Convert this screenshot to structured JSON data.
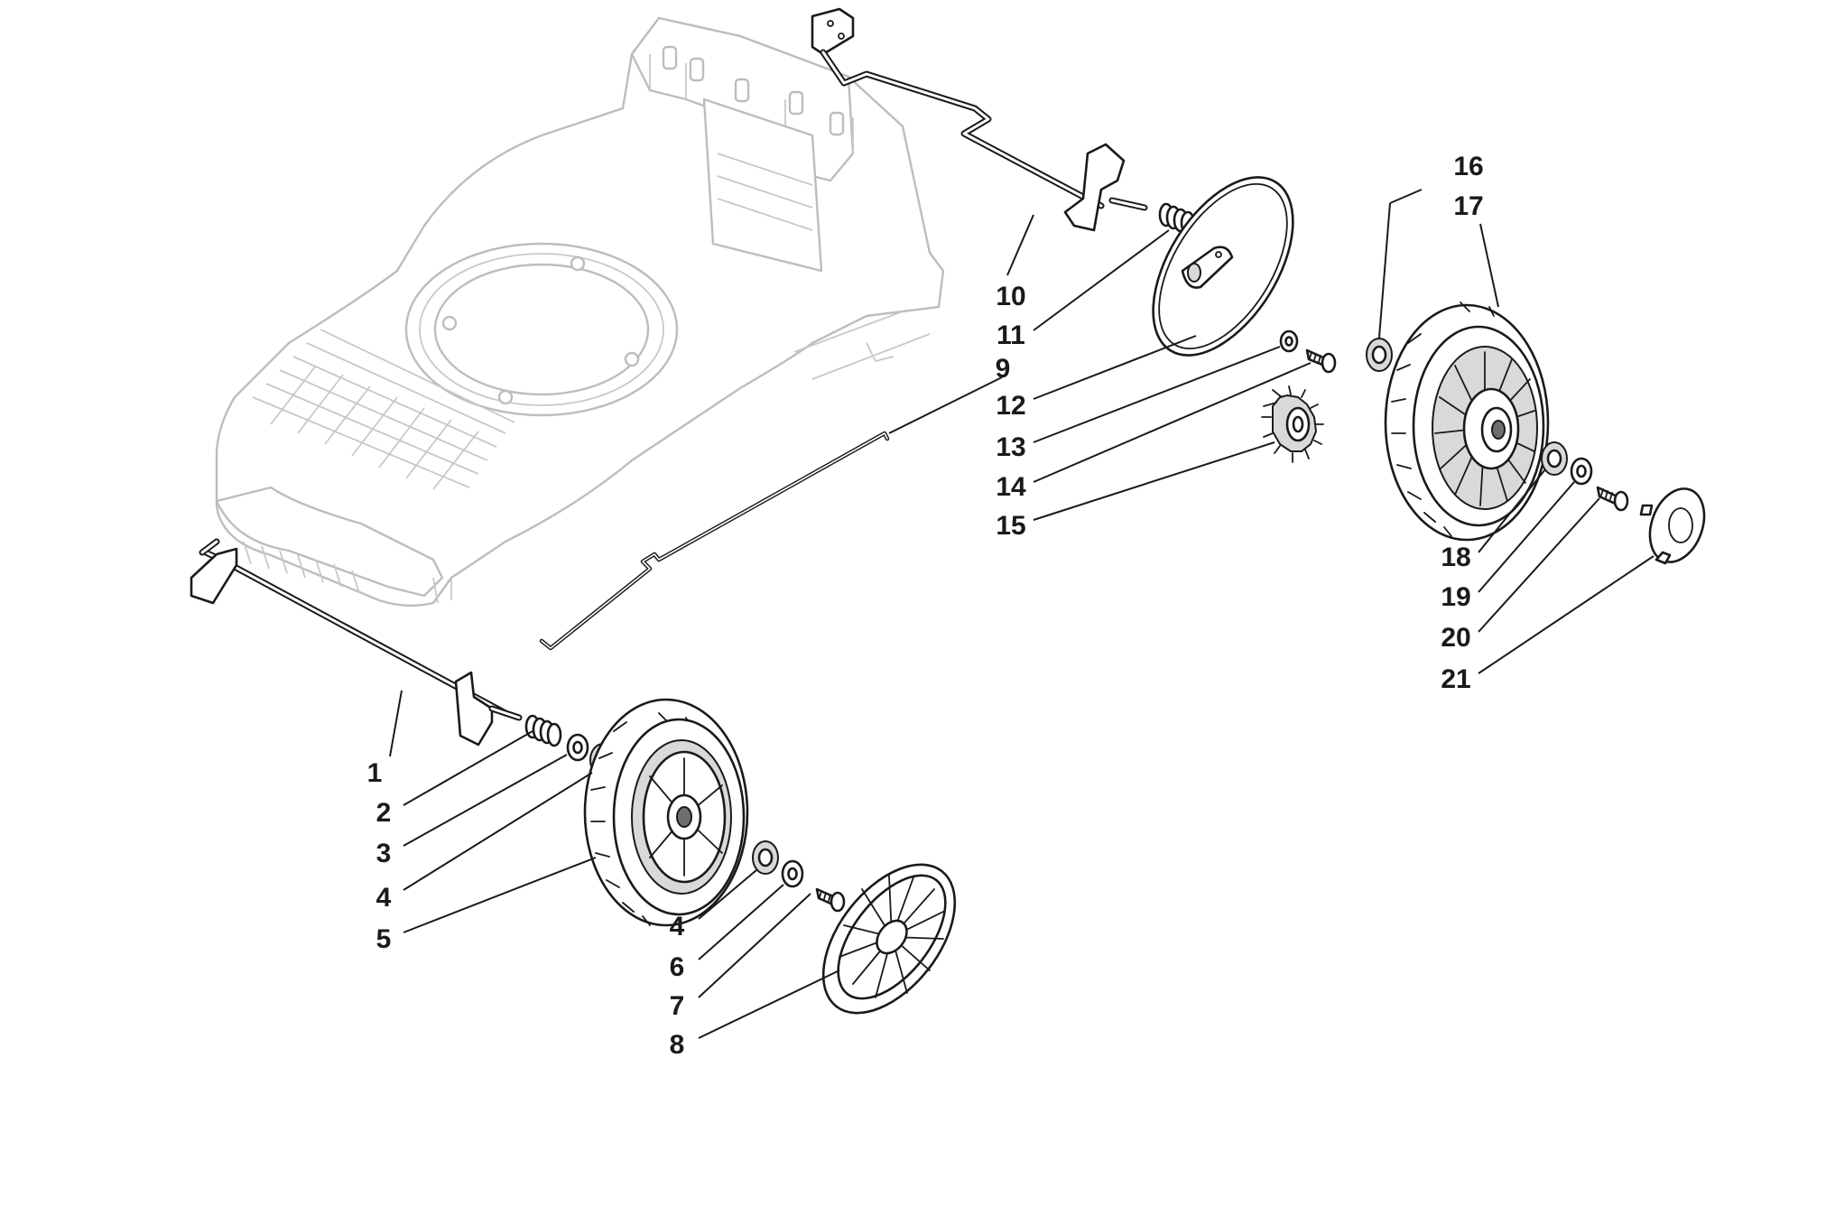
{
  "diagram": {
    "callouts": [
      {
        "label": "1"
      },
      {
        "label": "2"
      },
      {
        "label": "3"
      },
      {
        "label": "4"
      },
      {
        "label": "5"
      },
      {
        "label": "4"
      },
      {
        "label": "6"
      },
      {
        "label": "7"
      },
      {
        "label": "8"
      },
      {
        "label": "9"
      },
      {
        "label": "10"
      },
      {
        "label": "11"
      },
      {
        "label": "12"
      },
      {
        "label": "13"
      },
      {
        "label": "14"
      },
      {
        "label": "15"
      },
      {
        "label": "16"
      },
      {
        "label": "17"
      },
      {
        "label": "18"
      },
      {
        "label": "19"
      },
      {
        "label": "20"
      },
      {
        "label": "21"
      }
    ]
  }
}
